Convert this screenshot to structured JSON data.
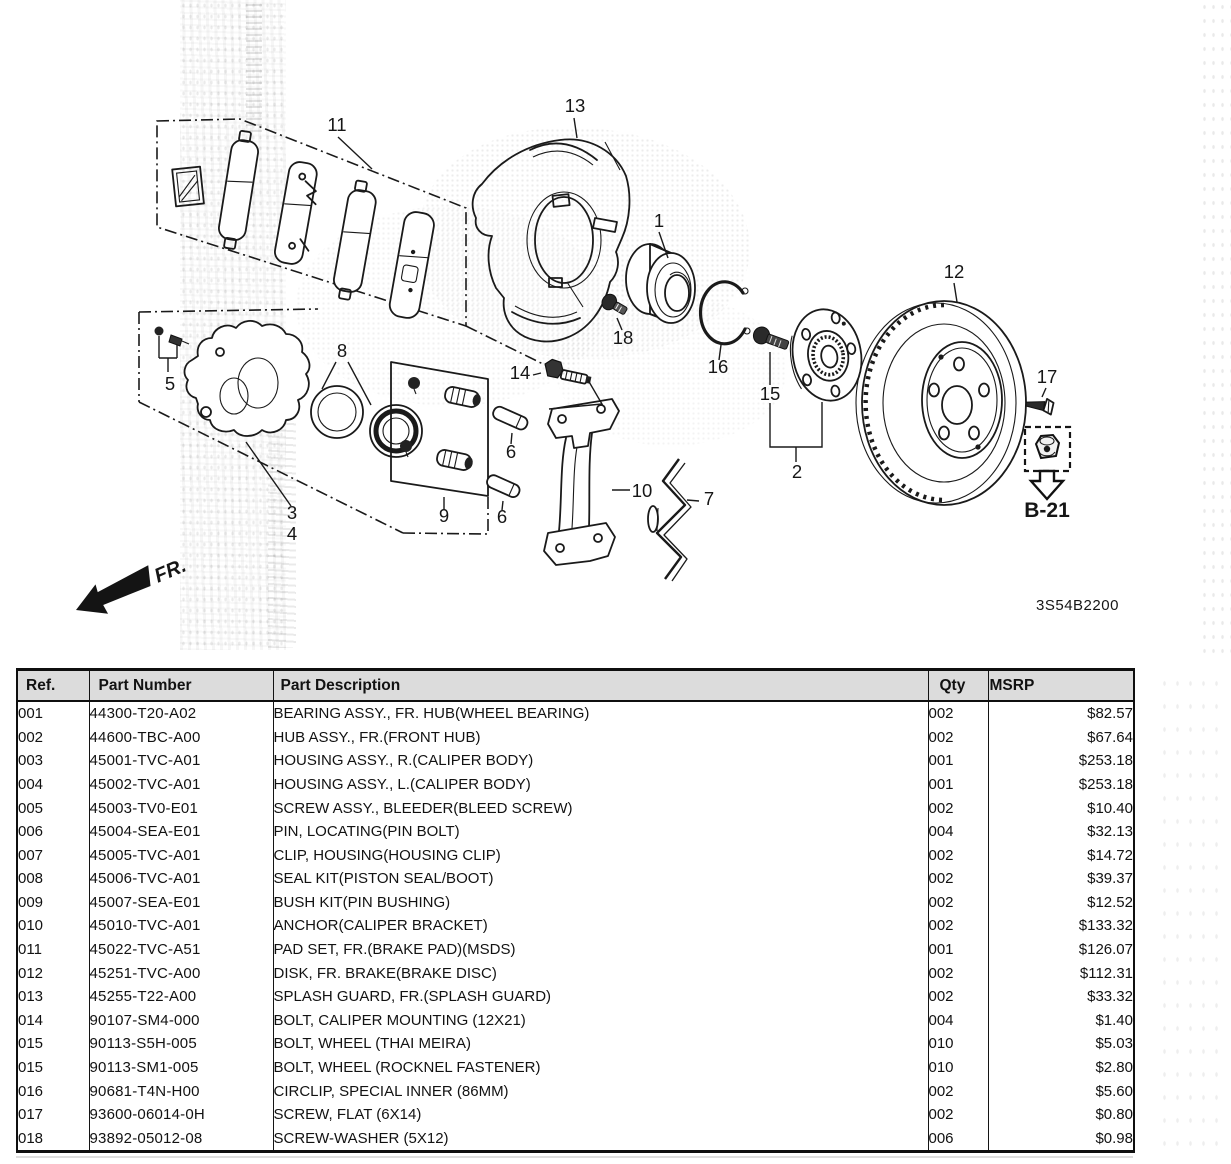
{
  "diagram": {
    "code": "3S54B2200",
    "fr_label": "FR.",
    "b21_label": "B-21",
    "callouts": [
      {
        "label": "13"
      },
      {
        "label": "11"
      },
      {
        "label": "1"
      },
      {
        "label": "12"
      },
      {
        "label": "18"
      },
      {
        "label": "16"
      },
      {
        "label": "14"
      },
      {
        "label": "15"
      },
      {
        "label": "17"
      },
      {
        "label": "5"
      },
      {
        "label": "8"
      },
      {
        "label": "2"
      },
      {
        "label": "3"
      },
      {
        "label": "4"
      },
      {
        "label": "9"
      },
      {
        "label": "6"
      },
      {
        "label": "6"
      },
      {
        "label": "10"
      },
      {
        "label": "7"
      }
    ]
  },
  "table": {
    "headers": [
      "Ref.",
      "Part Number",
      "Part Description",
      "Qty",
      "MSRP"
    ],
    "rows": [
      {
        "ref": "001",
        "part_number": "44300-T20-A02",
        "description": "BEARING ASSY., FR. HUB(WHEEL BEARING)",
        "qty": "002",
        "msrp": "$82.57"
      },
      {
        "ref": "002",
        "part_number": "44600-TBC-A00",
        "description": "HUB ASSY., FR.(FRONT HUB)",
        "qty": "002",
        "msrp": "$67.64"
      },
      {
        "ref": "003",
        "part_number": "45001-TVC-A01",
        "description": "HOUSING ASSY., R.(CALIPER BODY)",
        "qty": "001",
        "msrp": "$253.18"
      },
      {
        "ref": "004",
        "part_number": "45002-TVC-A01",
        "description": "HOUSING ASSY., L.(CALIPER BODY)",
        "qty": "001",
        "msrp": "$253.18"
      },
      {
        "ref": "005",
        "part_number": "45003-TV0-E01",
        "description": "SCREW ASSY., BLEEDER(BLEED SCREW)",
        "qty": "002",
        "msrp": "$10.40"
      },
      {
        "ref": "006",
        "part_number": "45004-SEA-E01",
        "description": "PIN, LOCATING(PIN BOLT)",
        "qty": "004",
        "msrp": "$32.13"
      },
      {
        "ref": "007",
        "part_number": "45005-TVC-A01",
        "description": "CLIP, HOUSING(HOUSING CLIP)",
        "qty": "002",
        "msrp": "$14.72"
      },
      {
        "ref": "008",
        "part_number": "45006-TVC-A01",
        "description": "SEAL KIT(PISTON SEAL/BOOT)",
        "qty": "002",
        "msrp": "$39.37"
      },
      {
        "ref": "009",
        "part_number": "45007-SEA-E01",
        "description": "BUSH KIT(PIN BUSHING)",
        "qty": "002",
        "msrp": "$12.52"
      },
      {
        "ref": "010",
        "part_number": "45010-TVC-A01",
        "description": "ANCHOR(CALIPER BRACKET)",
        "qty": "002",
        "msrp": "$133.32"
      },
      {
        "ref": "011",
        "part_number": "45022-TVC-A51",
        "description": "PAD SET, FR.(BRAKE PAD)(MSDS)",
        "qty": "001",
        "msrp": "$126.07"
      },
      {
        "ref": "012",
        "part_number": "45251-TVC-A00",
        "description": "DISK, FR. BRAKE(BRAKE DISC)",
        "qty": "002",
        "msrp": "$112.31"
      },
      {
        "ref": "013",
        "part_number": "45255-T22-A00",
        "description": "SPLASH GUARD, FR.(SPLASH GUARD)",
        "qty": "002",
        "msrp": "$33.32"
      },
      {
        "ref": "014",
        "part_number": "90107-SM4-000",
        "description": "BOLT, CALIPER MOUNTING (12X21)",
        "qty": "004",
        "msrp": "$1.40"
      },
      {
        "ref": "015",
        "part_number": "90113-S5H-005",
        "description": "BOLT, WHEEL (THAI MEIRA)",
        "qty": "010",
        "msrp": "$5.03"
      },
      {
        "ref": "015",
        "part_number": "90113-SM1-005",
        "description": "BOLT, WHEEL (ROCKNEL FASTENER)",
        "qty": "010",
        "msrp": "$2.80"
      },
      {
        "ref": "016",
        "part_number": "90681-T4N-H00",
        "description": "CIRCLIP, SPECIAL INNER (86MM)",
        "qty": "002",
        "msrp": "$5.60"
      },
      {
        "ref": "017",
        "part_number": "93600-06014-0H",
        "description": "SCREW, FLAT (6X14)",
        "qty": "002",
        "msrp": "$0.80"
      },
      {
        "ref": "018",
        "part_number": "93892-05012-08",
        "description": "SCREW-WASHER (5X12)",
        "qty": "006",
        "msrp": "$0.98"
      }
    ]
  }
}
